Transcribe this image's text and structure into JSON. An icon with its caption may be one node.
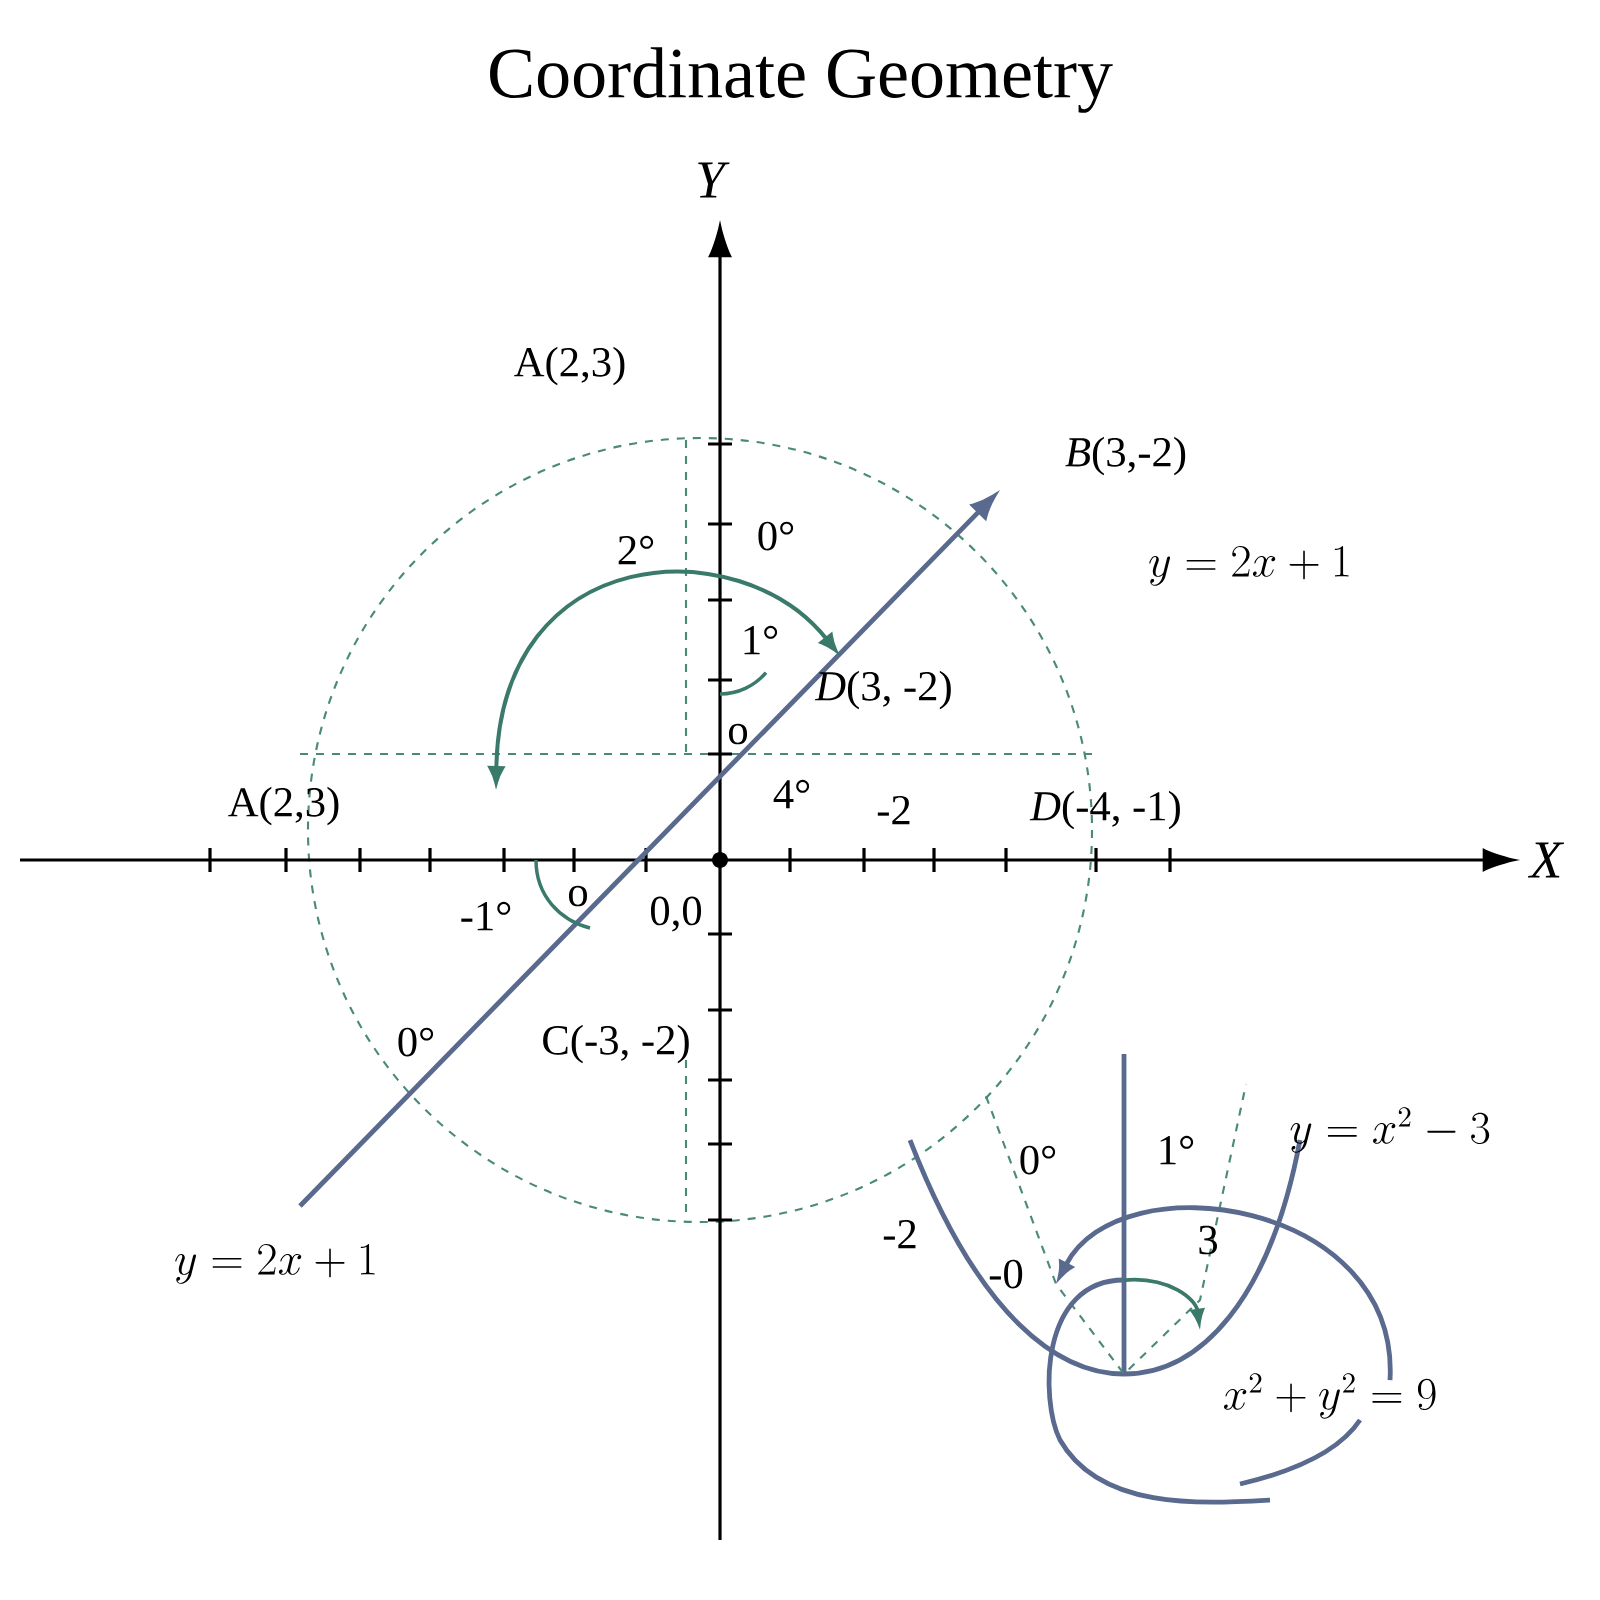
{
  "diagram": {
    "title": "Coordinate Geometry",
    "labels": [
      "Y",
      "A(2,3)",
      "*B*(3,-2)",
      "2°",
      "0°",
      "y = 2x + 1",
      "1°",
      "*D*(3, -2)",
      "o",
      "A(2,3)",
      "4°",
      "-2",
      "*D*(-4, -1)",
      "X",
      "-1°",
      "o",
      "0,0",
      "0°",
      "C(-3, -2)",
      "y = x^{2} - 3",
      "0°",
      "1°",
      "-2",
      "-0",
      "3",
      "y = 2x + 1",
      "x^{2} + y^{2} = 9"
    ]
  }
}
